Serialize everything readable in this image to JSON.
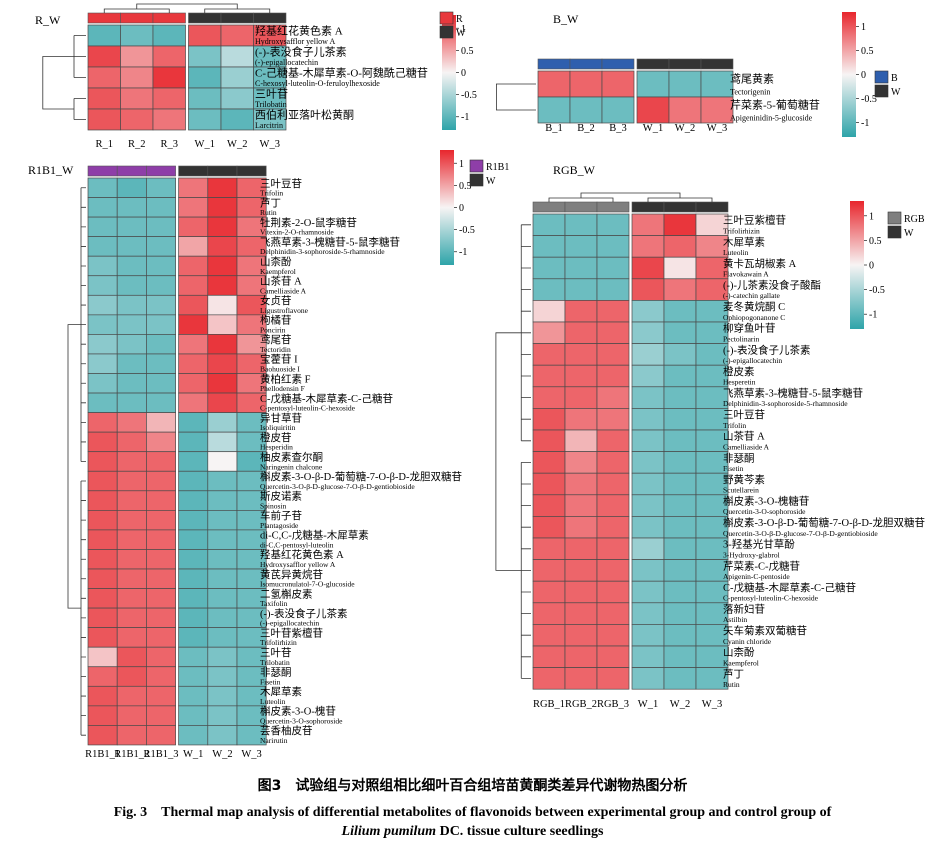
{
  "caption": {
    "cn": "图3　试验组与对照组相比细叶百合组培苗黄酮类差异代谢物热图分析",
    "en_line1": "Fig. 3　Thermal map analysis of differential metabolites of flavonoids between experimental group and control group of",
    "en_line2_italic": "Lilium pumilum",
    "en_line2_rest": " DC. tissue culture seedlings"
  },
  "colors": {
    "high": "#e8262d",
    "mid": "#f7f4f4",
    "low": "#2ea4a9",
    "W": "#333333",
    "R": "#e8383d",
    "B": "#2f5fae",
    "R1B1": "#8e3ea8",
    "RGB": "#7f7f7f"
  },
  "chart_data": [
    {
      "type": "heatmap",
      "title": "R_W",
      "columns": [
        "R_1",
        "R_2",
        "R_3",
        "W_1",
        "W_2",
        "W_3"
      ],
      "groups": [
        {
          "name": "R",
          "count": 3
        },
        {
          "name": "W",
          "count": 3
        }
      ],
      "scale": {
        "min": -1.3,
        "max": 1.3,
        "ticks": [
          1,
          0.5,
          0,
          -0.5,
          -1
        ]
      },
      "rows": [
        {
          "cn": "羟基红花黄色素 A",
          "en": "Hydroxysafflor yellow A",
          "values": [
            -1.0,
            -0.9,
            -1.0,
            1.0,
            0.9,
            1.0
          ]
        },
        {
          "cn": "(-)-表没食子儿茶素",
          "en": "(-)-epigallocatechin",
          "values": [
            1.1,
            0.6,
            0.9,
            -0.8,
            -0.4,
            -0.9
          ]
        },
        {
          "cn": "C-己糖基-木犀草素-O-阿魏酰己糖苷",
          "en": "C-hexosyl-luteolin-O-feruloylhexoside",
          "values": [
            0.9,
            0.7,
            1.2,
            -1.0,
            -0.6,
            -0.9
          ]
        },
        {
          "cn": "三叶苷",
          "en": "Trilobatin",
          "values": [
            1.0,
            0.8,
            0.9,
            -0.9,
            -0.7,
            -0.9
          ]
        },
        {
          "cn": "西伯利亚落叶松黄酮",
          "en": "Larcitrin",
          "values": [
            1.0,
            0.9,
            0.8,
            -0.9,
            -1.0,
            -0.8
          ]
        }
      ]
    },
    {
      "type": "heatmap",
      "title": "B_W",
      "columns": [
        "B_1",
        "B_2",
        "B_3",
        "W_1",
        "W_2",
        "W_3"
      ],
      "groups": [
        {
          "name": "B",
          "count": 3
        },
        {
          "name": "W",
          "count": 3
        }
      ],
      "scale": {
        "min": -1.3,
        "max": 1.3,
        "ticks": [
          1,
          0.5,
          0,
          -0.5,
          -1
        ]
      },
      "rows": [
        {
          "cn": "鸢尾黄素",
          "en": "Tectorigenin",
          "values": [
            0.9,
            0.9,
            0.9,
            -0.9,
            -0.9,
            -0.9
          ]
        },
        {
          "cn": "芹菜素-5-葡萄糖苷",
          "en": "Apigeninidin-5-glucoside",
          "values": [
            -0.9,
            -0.9,
            -0.9,
            1.1,
            0.8,
            0.8
          ]
        }
      ]
    },
    {
      "type": "heatmap",
      "title": "R1B1_W",
      "columns": [
        "R1B1_1",
        "R1B1_2",
        "R1B1_3",
        "W_1",
        "W_2",
        "W_3"
      ],
      "groups": [
        {
          "name": "R1B1",
          "count": 3
        },
        {
          "name": "W",
          "count": 3
        }
      ],
      "scale": {
        "min": -1.3,
        "max": 1.3,
        "ticks": [
          1,
          0.5,
          0,
          -0.5,
          -1
        ]
      },
      "rows": [
        {
          "cn": "三叶豆苷",
          "en": "Trifolin",
          "values": [
            -0.9,
            -1.0,
            -0.9,
            0.8,
            1.2,
            0.9
          ]
        },
        {
          "cn": "芦丁",
          "en": "Rutin",
          "values": [
            -0.9,
            -0.9,
            -0.9,
            0.8,
            1.2,
            0.9
          ]
        },
        {
          "cn": "牡荆素-2-O-鼠李糖苷",
          "en": "Vitexin-2-O-rhamnoside",
          "values": [
            -0.9,
            -0.9,
            -0.9,
            0.9,
            1.2,
            0.8
          ]
        },
        {
          "cn": "飞燕草素-3-槐糖苷-5-鼠李糖苷",
          "en": "Delphinidin-3-sophoroside-5-rhamnoside",
          "values": [
            -0.9,
            -0.9,
            -0.9,
            0.5,
            1.1,
            0.9
          ]
        },
        {
          "cn": "山柰酚",
          "en": "Kaempferol",
          "values": [
            -0.8,
            -0.9,
            -0.9,
            0.9,
            1.2,
            0.8
          ]
        },
        {
          "cn": "山茶苷 A",
          "en": "Camelliaside A",
          "values": [
            -0.8,
            -0.9,
            -0.9,
            0.9,
            1.2,
            0.8
          ]
        },
        {
          "cn": "女贞苷",
          "en": "Ligustroflavone",
          "values": [
            -0.7,
            -0.8,
            -0.8,
            1.0,
            0.1,
            1.0
          ]
        },
        {
          "cn": "枸橘苷",
          "en": "Poncirin",
          "values": [
            -0.8,
            -0.8,
            -0.8,
            1.2,
            0.3,
            0.8
          ]
        },
        {
          "cn": "鸢尾苷",
          "en": "Tectoridin",
          "values": [
            -0.7,
            -0.8,
            -0.9,
            0.8,
            1.2,
            0.6
          ]
        },
        {
          "cn": "宝藿苷 I",
          "en": "Baohuoside I",
          "values": [
            -0.7,
            -0.9,
            -0.9,
            0.9,
            1.1,
            0.9
          ]
        },
        {
          "cn": "黄柏红素 F",
          "en": "Phellodensin F",
          "values": [
            -0.8,
            -0.9,
            -0.9,
            0.9,
            1.2,
            0.8
          ]
        },
        {
          "cn": "C-戊糖基-木犀草素-C-己糖苷",
          "en": "C-pentosyl-luteolin-C-hexoside",
          "values": [
            -0.9,
            -0.9,
            -0.9,
            0.8,
            1.1,
            0.9
          ]
        },
        {
          "cn": "异甘草苷",
          "en": "Isoliquiritin",
          "values": [
            0.9,
            0.8,
            0.4,
            -1.0,
            -0.6,
            -0.9
          ]
        },
        {
          "cn": "橙皮苷",
          "en": "Hesperidin",
          "values": [
            1.0,
            0.9,
            0.7,
            -1.0,
            -0.4,
            -0.9
          ]
        },
        {
          "cn": "柚皮素查尔酮",
          "en": "Naringenin chalcone",
          "values": [
            1.0,
            0.9,
            0.9,
            -1.0,
            0.0,
            -1.0
          ]
        },
        {
          "cn": "槲皮素-3-O-β-D-葡萄糖-7-O-β-D-龙胆双糖苷",
          "en": "Quercetin-3-O-β-D-glucose-7-O-β-D-gentiobioside",
          "values": [
            1.0,
            0.9,
            0.9,
            -1.0,
            -0.9,
            -0.9
          ]
        },
        {
          "cn": "斯皮诺素",
          "en": "Spinosin",
          "values": [
            1.0,
            0.9,
            0.9,
            -1.0,
            -0.9,
            -0.9
          ]
        },
        {
          "cn": "车前子苷",
          "en": "Plantagoside",
          "values": [
            1.0,
            0.9,
            0.9,
            -1.0,
            -0.9,
            -0.9
          ]
        },
        {
          "cn": "di-C,C-戊糖基-木犀草素",
          "en": "di-C,C-pentosyl-luteolin",
          "values": [
            1.0,
            0.9,
            0.9,
            -1.0,
            -0.9,
            -0.9
          ]
        },
        {
          "cn": "羟基红花黄色素 A",
          "en": "Hydroxysafflor yellow A",
          "values": [
            1.0,
            0.9,
            0.9,
            -1.0,
            -0.9,
            -0.9
          ]
        },
        {
          "cn": "黄芪异黄烷苷",
          "en": "Isomucronulatol-7-O-glucoside",
          "values": [
            1.0,
            0.9,
            0.9,
            -1.0,
            -0.9,
            -0.9
          ]
        },
        {
          "cn": "二氢槲皮素",
          "en": "Taxifolin",
          "values": [
            1.0,
            0.9,
            0.9,
            -1.0,
            -0.9,
            -0.9
          ]
        },
        {
          "cn": "(-)-表没食子儿茶素",
          "en": "(-)-epigallocatechin",
          "values": [
            1.0,
            0.9,
            0.9,
            -1.0,
            -0.9,
            -0.9
          ]
        },
        {
          "cn": "三叶苷紫檀苷",
          "en": "Trifolirhizin",
          "values": [
            1.0,
            0.9,
            0.9,
            -1.0,
            -0.9,
            -0.9
          ]
        },
        {
          "cn": "三叶苷",
          "en": "Trilobatin",
          "values": [
            0.3,
            1.0,
            0.9,
            -0.9,
            -0.8,
            -0.9
          ]
        },
        {
          "cn": "非瑟酮",
          "en": "Fisetin",
          "values": [
            0.9,
            1.0,
            0.9,
            -0.9,
            -0.8,
            -0.9
          ]
        },
        {
          "cn": "木犀草素",
          "en": "Luteolin",
          "values": [
            1.0,
            0.9,
            0.9,
            -0.9,
            -0.8,
            -0.9
          ]
        },
        {
          "cn": "槲皮素-3-O-槐苷",
          "en": "Quercetin-3-O-sophoroside",
          "values": [
            1.0,
            0.9,
            0.9,
            -0.9,
            -0.8,
            -0.9
          ]
        },
        {
          "cn": "芸香柚皮苷",
          "en": "Narirutin",
          "values": [
            1.0,
            0.9,
            0.9,
            -0.9,
            -0.8,
            -0.9
          ]
        }
      ]
    },
    {
      "type": "heatmap",
      "title": "RGB_W",
      "columns": [
        "RGB_1",
        "RGB_2",
        "RGB_3",
        "W_1",
        "W_2",
        "W_3"
      ],
      "groups": [
        {
          "name": "RGB",
          "count": 3
        },
        {
          "name": "W",
          "count": 3
        }
      ],
      "scale": {
        "min": -1.3,
        "max": 1.3,
        "ticks": [
          1,
          0.5,
          0,
          -0.5,
          -1
        ]
      },
      "rows": [
        {
          "cn": "三叶豆紫檀苷",
          "en": "Trifolirhizin",
          "values": [
            -0.9,
            -0.9,
            -0.9,
            0.8,
            1.2,
            0.2
          ]
        },
        {
          "cn": "木犀草素",
          "en": "Luteolin",
          "values": [
            -0.9,
            -0.9,
            -0.9,
            0.8,
            0.9,
            0.7
          ]
        },
        {
          "cn": "黄卡瓦胡椒素 A",
          "en": "Flavokawain A",
          "values": [
            -0.9,
            -0.9,
            -0.9,
            1.1,
            0.1,
            0.9
          ]
        },
        {
          "cn": "(-)-儿茶素没食子酸酯",
          "en": "(-)-catechin gallate",
          "values": [
            -0.9,
            -0.9,
            -0.9,
            1.0,
            0.8,
            0.9
          ]
        },
        {
          "cn": "麦冬黄烷酮 C",
          "en": "Ophiopogonanone C",
          "values": [
            0.2,
            0.9,
            0.9,
            -0.7,
            -0.9,
            -0.9
          ]
        },
        {
          "cn": "柳穿鱼叶苷",
          "en": "Pectolinarin",
          "values": [
            0.6,
            0.9,
            0.9,
            -0.7,
            -0.9,
            -0.9
          ]
        },
        {
          "cn": "(-)-表没食子儿茶素",
          "en": "(-)-epigallocatechin",
          "values": [
            0.9,
            0.9,
            0.9,
            -0.6,
            -0.8,
            -0.9
          ]
        },
        {
          "cn": "橙皮素",
          "en": "Hesperetin",
          "values": [
            0.9,
            0.9,
            0.9,
            -0.7,
            -0.9,
            -0.9
          ]
        },
        {
          "cn": "飞燕草素-3-槐糖苷-5-鼠李糖苷",
          "en": "Delphinidin-3-sophoroside-5-rhamnoside",
          "values": [
            0.9,
            0.9,
            0.8,
            -0.8,
            -0.9,
            -0.9
          ]
        },
        {
          "cn": "三叶豆苷",
          "en": "Trifolin",
          "values": [
            1.0,
            0.8,
            0.8,
            -0.8,
            -0.9,
            -0.9
          ]
        },
        {
          "cn": "山茶苷 A",
          "en": "Camelliaside A",
          "values": [
            1.0,
            0.4,
            0.9,
            -0.8,
            -0.9,
            -0.9
          ]
        },
        {
          "cn": "非瑟酮",
          "en": "Fisetin",
          "values": [
            1.0,
            0.7,
            0.9,
            -0.8,
            -0.9,
            -0.9
          ]
        },
        {
          "cn": "野黄芩素",
          "en": "Scutellarein",
          "values": [
            1.0,
            0.8,
            0.9,
            -0.8,
            -0.9,
            -0.9
          ]
        },
        {
          "cn": "槲皮素-3-O-槐糖苷",
          "en": "Quercetin-3-O-sophoroside",
          "values": [
            1.0,
            0.8,
            0.9,
            -0.8,
            -0.9,
            -0.9
          ]
        },
        {
          "cn": "槲皮素-3-O-β-D-葡萄糖-7-O-β-D-龙胆双糖苷",
          "en": "Quercetin-3-O-β-D-glucose-7-O-β-D-gentiobioside",
          "values": [
            1.0,
            0.8,
            0.9,
            -0.8,
            -0.9,
            -0.9
          ]
        },
        {
          "cn": "3-羟基光甘草酚",
          "en": "3-Hydroxy-glabrol",
          "values": [
            0.9,
            0.9,
            0.9,
            -0.6,
            -0.9,
            -0.9
          ]
        },
        {
          "cn": "芹菜素-C-戊糖苷",
          "en": "Apigenin-C-pentoside",
          "values": [
            0.9,
            0.9,
            0.9,
            -0.8,
            -0.9,
            -0.9
          ]
        },
        {
          "cn": "C-戊糖基-木犀草素-C-己糖苷",
          "en": "C-pentosyl-luteolin-C-hexoside",
          "values": [
            0.9,
            0.9,
            0.9,
            -0.8,
            -0.9,
            -0.9
          ]
        },
        {
          "cn": "落新妇苷",
          "en": "Astilbin",
          "values": [
            0.9,
            0.9,
            0.9,
            -0.8,
            -0.9,
            -0.9
          ]
        },
        {
          "cn": "矢车菊素双葡糖苷",
          "en": "Cyanin chloride",
          "values": [
            0.9,
            0.9,
            0.9,
            -0.8,
            -0.9,
            -0.9
          ]
        },
        {
          "cn": "山柰酚",
          "en": "Kaempferol",
          "values": [
            0.9,
            0.9,
            0.9,
            -0.8,
            -0.9,
            -0.9
          ]
        },
        {
          "cn": "芦丁",
          "en": "Rutin",
          "values": [
            0.9,
            0.9,
            0.9,
            -0.8,
            -0.9,
            -0.9
          ]
        }
      ]
    }
  ]
}
